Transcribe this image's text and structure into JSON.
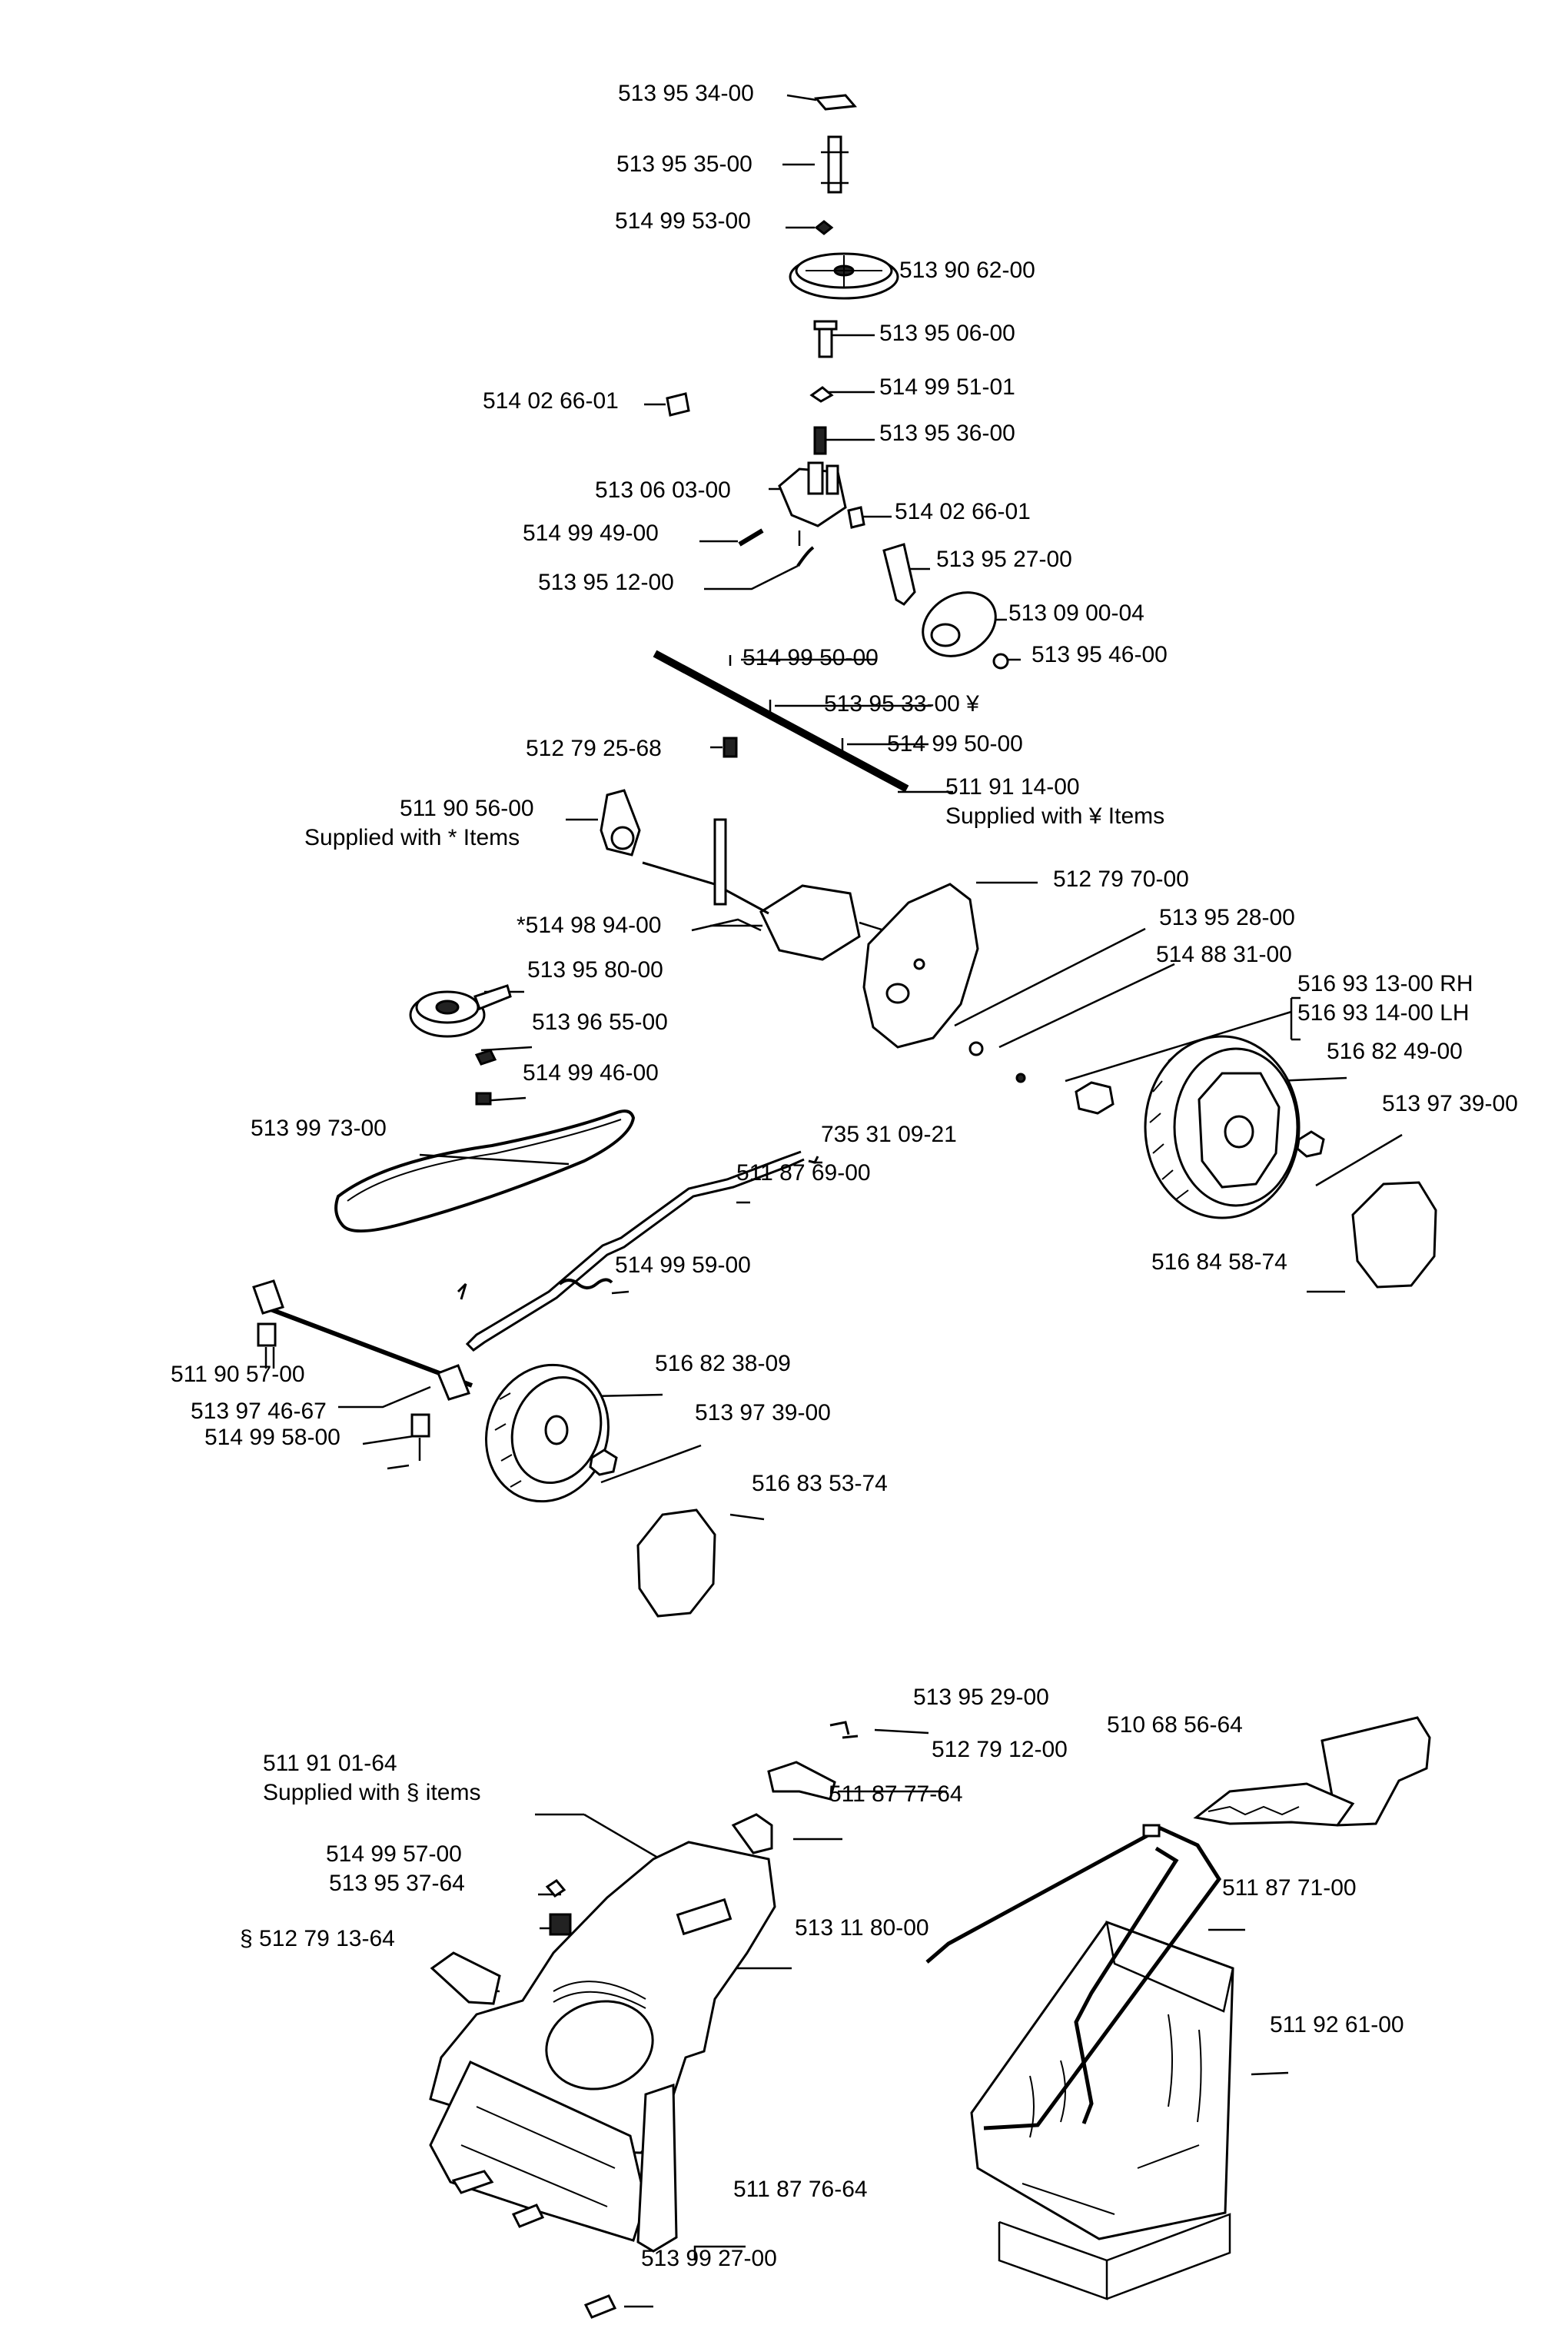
{
  "labels": {
    "p513953400": "513 95 34-00",
    "p513953500": "513 95 35-00",
    "p514995300": "514 99 53-00",
    "p513906200": "513 90 62-00",
    "p513950600": "513 95 06-00",
    "p514995101": "514 99 51-01",
    "p514026601a": "514 02 66-01",
    "p513953600": "513 95 36-00",
    "p513060300": "513 06 03-00",
    "p514026601b": "514 02 66-01",
    "p514994900": "514 99 49-00",
    "p513952700": "513 95 27-00",
    "p513951200": "513 95 12-00",
    "p513090004": "513 09 00-04",
    "p514995000a": "514 99 50-00",
    "p513954600": "513 95 46-00",
    "p513953300": "513 95 33-00 ¥",
    "p512792568": "512 79 25-68",
    "p514995000b": "514 99 50-00",
    "p511911400": "511 91 14-00",
    "supplied_yen": "Supplied with ¥ Items",
    "p511905600": "511 90 56-00",
    "supplied_star": "Supplied with * Items",
    "p512797000": "512 79 70-00",
    "p514989400": "*514 98 94-00",
    "p513952800": "513 95 28-00",
    "p513958000": "513 95 80-00",
    "p514883100": "514 88 31-00",
    "p516931300": "516 93 13-00 RH",
    "p516931400": "516 93 14-00 LH",
    "p513965500": "513 96 55-00",
    "p516824900": "516 82 49-00",
    "p514994600": "514 99 46-00",
    "p513973900a": "513 97 39-00",
    "p513997300": "513 99 73-00",
    "p735310921": "735 31 09-21",
    "p511876900": "511 87 69-00",
    "p514995900": "514 99 59-00",
    "p516845874": "516 84 58-74",
    "p511905700": "511 90 57-00",
    "p516823809": "516 82 38-09",
    "p513974667": "513 97 46-67",
    "p513973900b": "513 97 39-00",
    "p514995800": "514 99 58-00",
    "p516835374": "516 83 53-74",
    "p513952900": "513 95 29-00",
    "p510685664": "510 68 56-64",
    "p512791200": "512 79 12-00",
    "p511910164": "511 91 01-64",
    "supplied_sect": "Supplied with § items",
    "p511877764": "511 87 77-64",
    "p514995700": "514 99 57-00",
    "p513953764": "513 95 37-64",
    "p511877100": "511 87 71-00",
    "p513118000": "513 11 80-00",
    "p512791364": "§ 512 79 13-64",
    "p511926100": "511 92 61-00",
    "p511877664": "511 87 76-64",
    "p513992700": "513 99 27-00"
  }
}
